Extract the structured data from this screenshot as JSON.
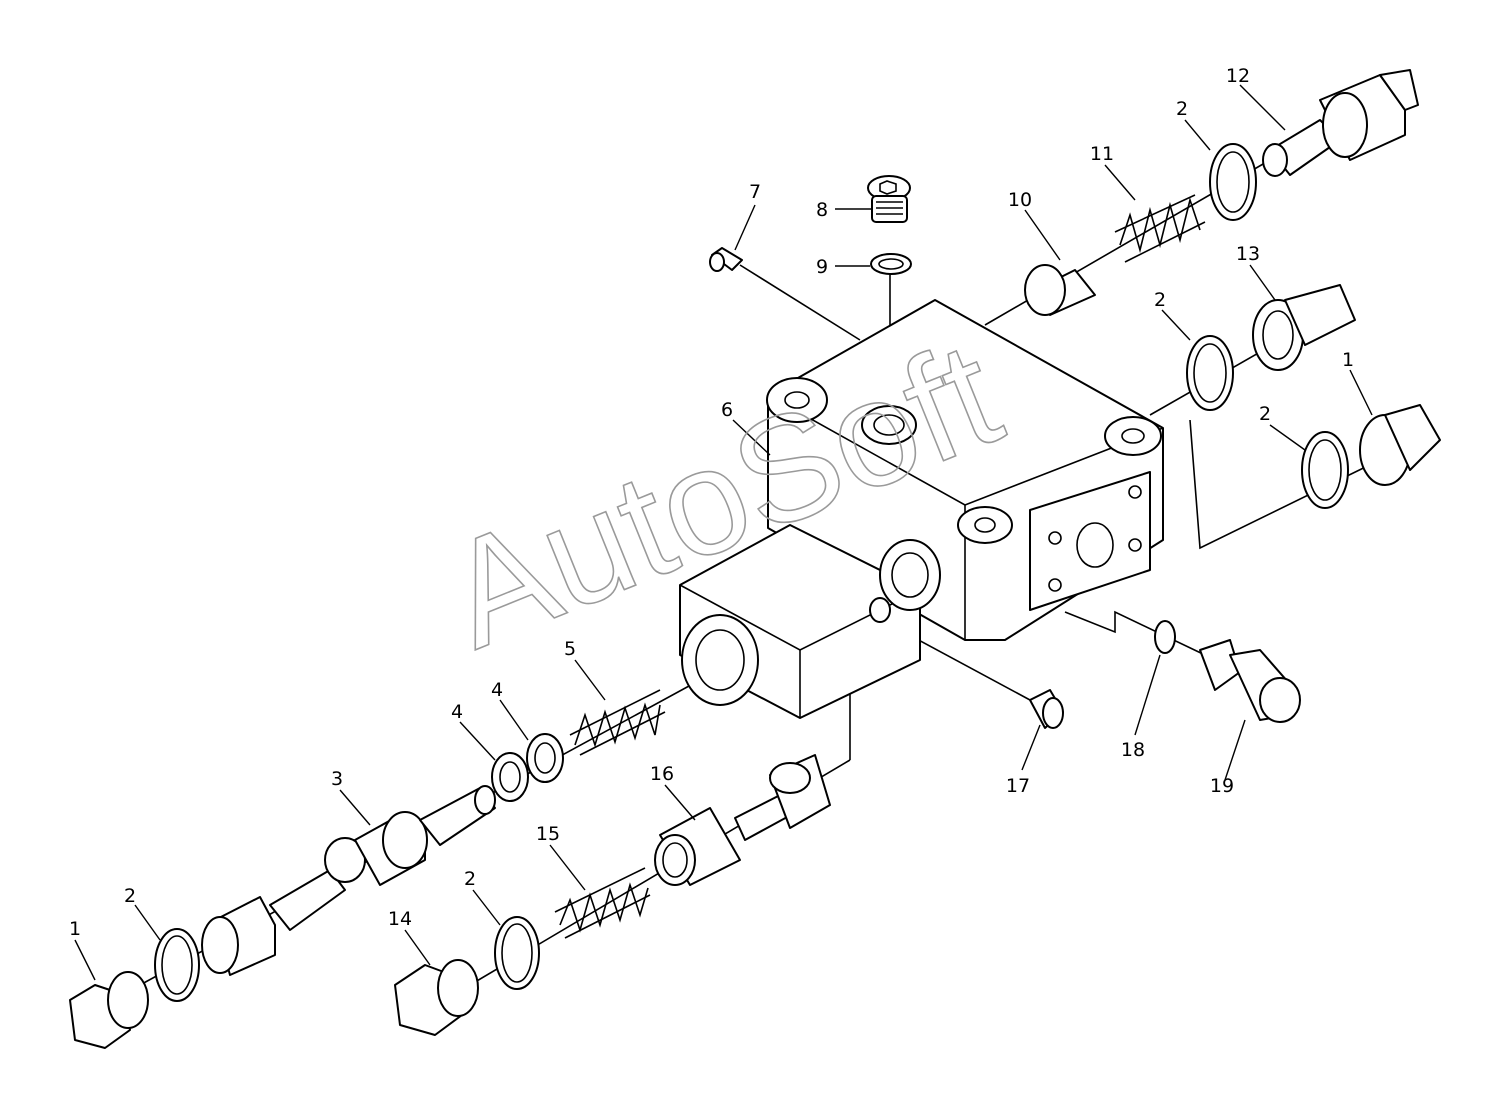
{
  "watermark": "AutoSoft",
  "callouts": [
    {
      "id": "c1a",
      "label": "1"
    },
    {
      "id": "c2a",
      "label": "2"
    },
    {
      "id": "c14",
      "label": "14"
    },
    {
      "id": "c2b",
      "label": "2"
    },
    {
      "id": "c15",
      "label": "15"
    },
    {
      "id": "c16",
      "label": "16"
    },
    {
      "id": "c3",
      "label": "3"
    },
    {
      "id": "c4a",
      "label": "4"
    },
    {
      "id": "c4b",
      "label": "4"
    },
    {
      "id": "c5",
      "label": "5"
    },
    {
      "id": "c6",
      "label": "6"
    },
    {
      "id": "c7",
      "label": "7"
    },
    {
      "id": "c8",
      "label": "8"
    },
    {
      "id": "c9",
      "label": "9"
    },
    {
      "id": "c10",
      "label": "10"
    },
    {
      "id": "c11",
      "label": "11"
    },
    {
      "id": "c2c",
      "label": "2"
    },
    {
      "id": "c12",
      "label": "12"
    },
    {
      "id": "c13",
      "label": "13"
    },
    {
      "id": "c2d",
      "label": "2"
    },
    {
      "id": "c2e",
      "label": "2"
    },
    {
      "id": "c1b",
      "label": "1"
    },
    {
      "id": "c17",
      "label": "17"
    },
    {
      "id": "c18",
      "label": "18"
    },
    {
      "id": "c19",
      "label": "19"
    }
  ]
}
